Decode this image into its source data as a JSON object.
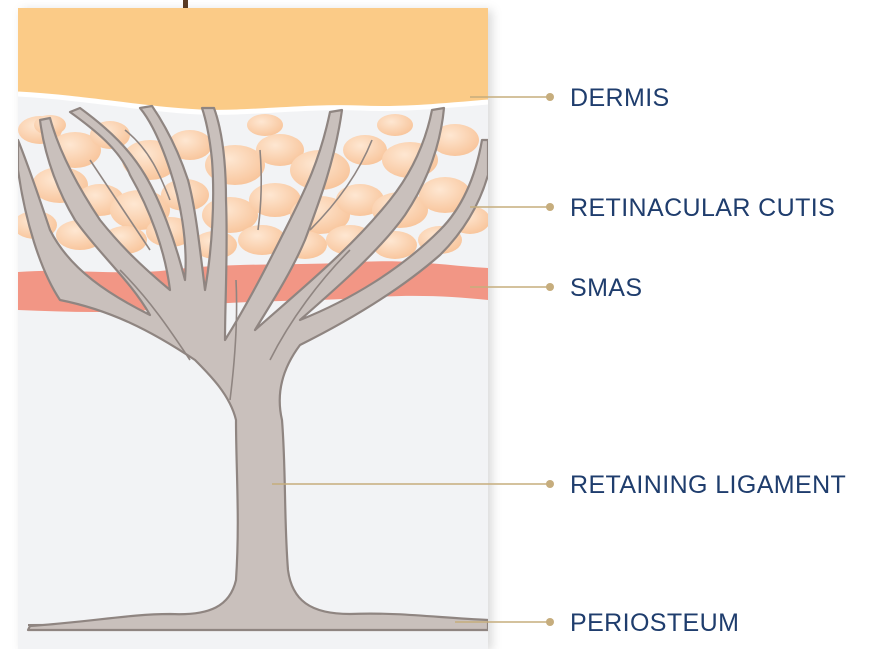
{
  "colors": {
    "dermis": "#fbcb87",
    "background": "#f2f3f5",
    "ligament": "#c9c0bc",
    "ligament_outline": "#8f8581",
    "fat": "#f9c79b",
    "fat_highlight": "#fde5cd",
    "smas": "#f29685",
    "leader_line": "#c6ad7d",
    "label_text": "#1f3d6d"
  },
  "labels": {
    "dermis": "DERMIS",
    "retinacular_cutis": "RETINACULAR CUTIS",
    "smas": "SMAS",
    "retaining_ligament": "RETAINING LIGAMENT",
    "periosteum": "PERIOSTEUM"
  }
}
